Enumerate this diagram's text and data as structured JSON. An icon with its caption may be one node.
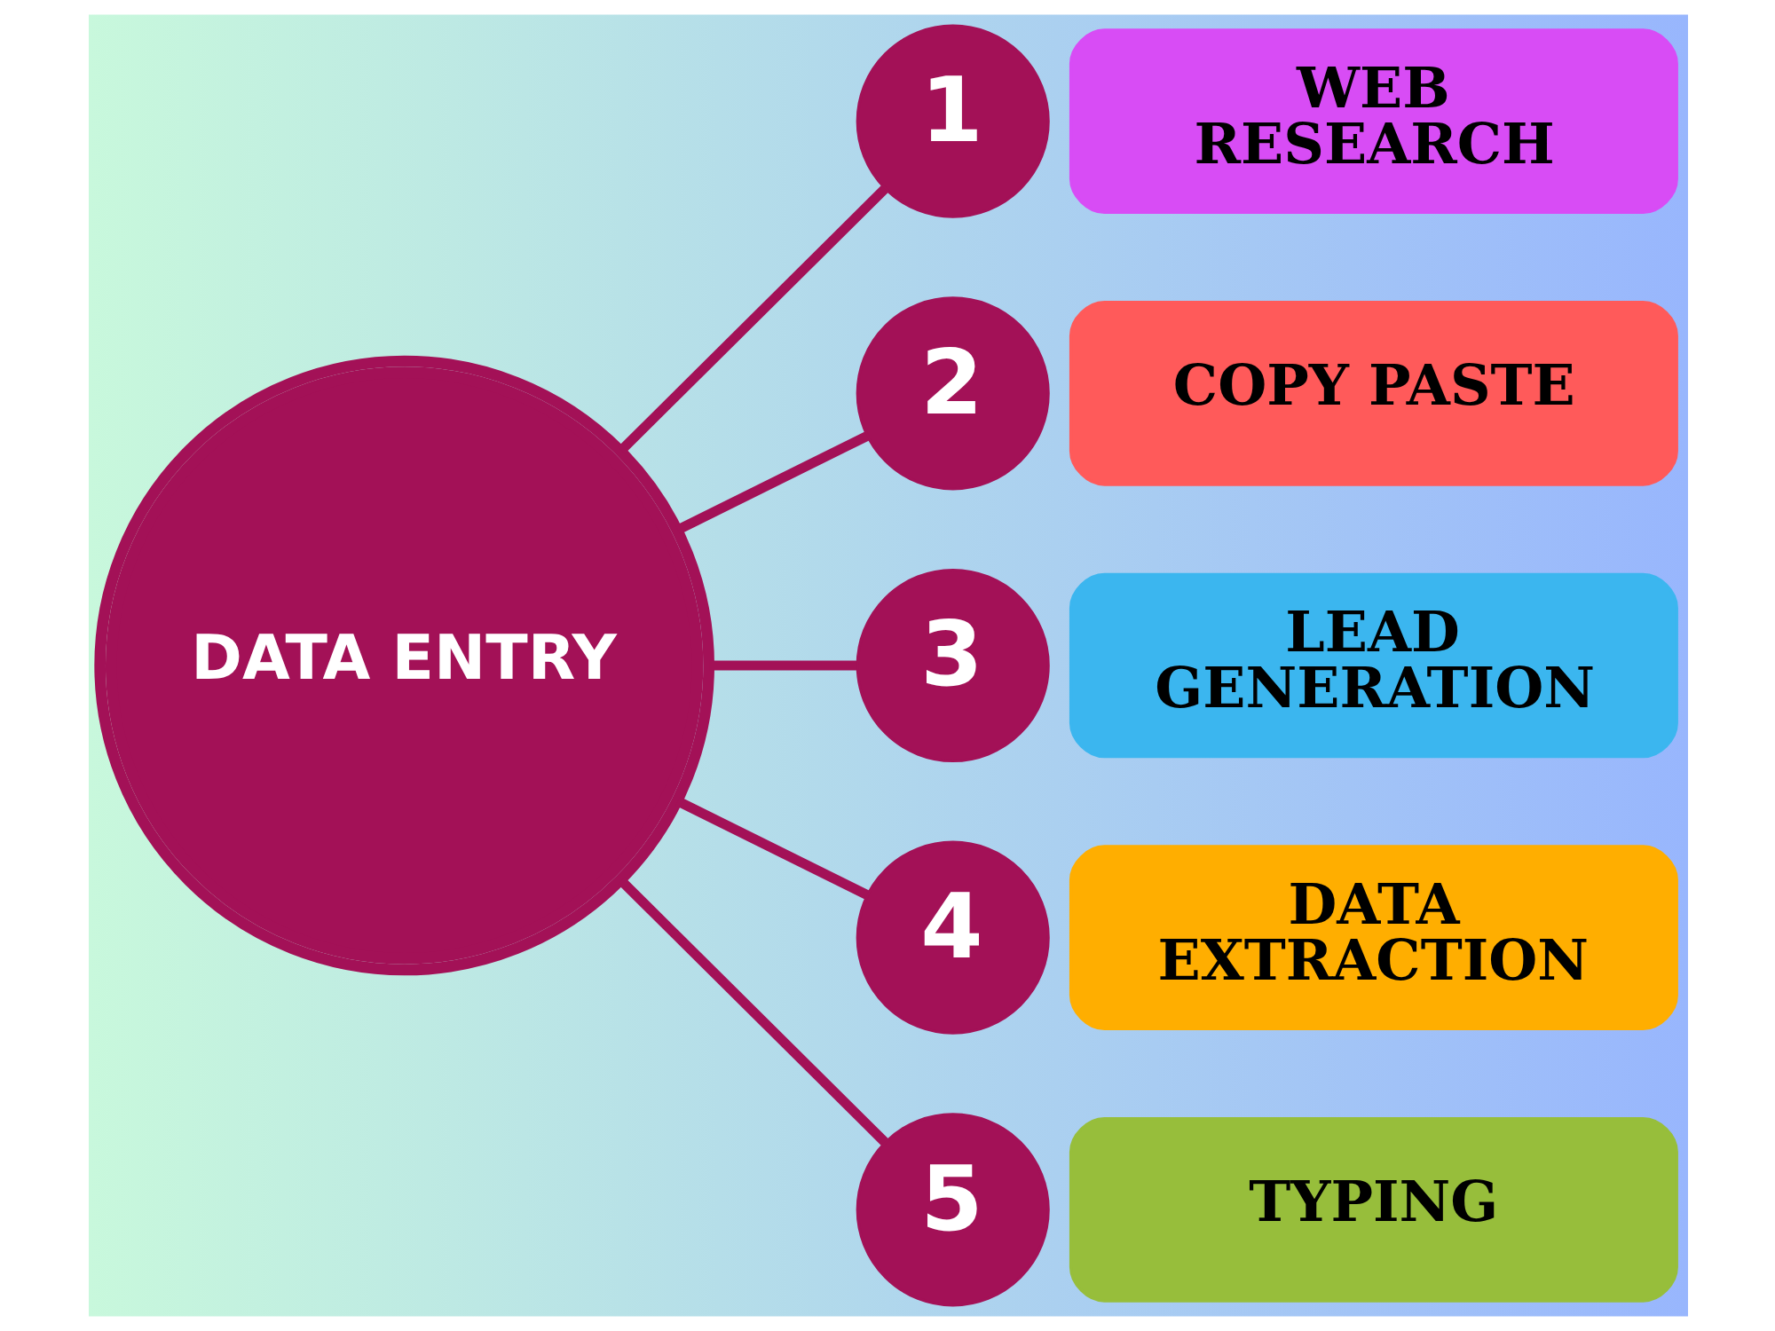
{
  "diagram": {
    "nodes": [
      {
        "text": [
          "DATA ENTRY"
        ]
      },
      {
        "text": [
          "1"
        ]
      },
      {
        "text": [
          "WEB RESEARCH"
        ]
      },
      {
        "text": [
          "2"
        ]
      },
      {
        "text": [
          "COPY PASTE"
        ]
      },
      {
        "text": [
          "3"
        ]
      },
      {
        "text": [
          "LEAD GENERATION"
        ]
      },
      {
        "text": [
          "4"
        ]
      },
      {
        "text": [
          "DATA EXTRACTION"
        ]
      },
      {
        "text": [
          "5"
        ]
      },
      {
        "text": [
          "TYPING"
        ]
      }
    ],
    "edges": [
      {
        "from": 0,
        "to": 1,
        "arrow": "none"
      },
      {
        "from": 0,
        "to": 3,
        "arrow": "none"
      },
      {
        "from": 0,
        "to": 5,
        "arrow": "none"
      },
      {
        "from": 0,
        "to": 7,
        "arrow": "none"
      },
      {
        "from": 0,
        "to": 9,
        "arrow": "none"
      }
    ]
  }
}
